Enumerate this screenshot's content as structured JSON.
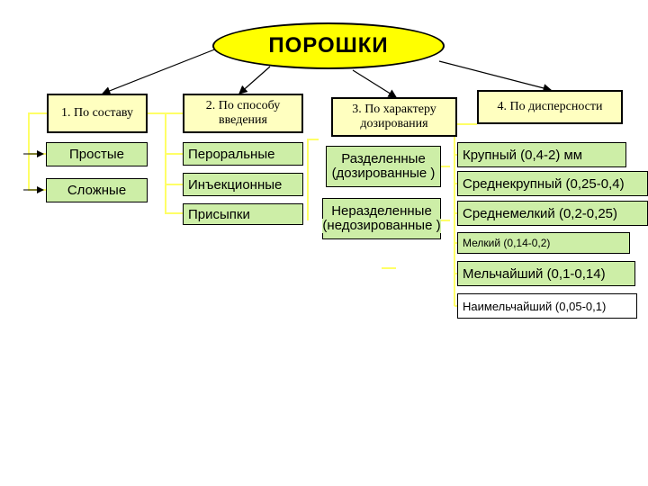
{
  "diagram": {
    "title": "ПОРОШКИ",
    "categories": [
      {
        "label": "1. По составу",
        "items": [
          "Простые",
          "Сложные"
        ]
      },
      {
        "label": "2. По способу введения",
        "items": [
          "Пероральные",
          "Инъекционные",
          "Присыпки"
        ]
      },
      {
        "label": "3. По характеру дозирования",
        "items": [
          {
            "line1": "Разделенные",
            "line2": "(дозированные )"
          },
          {
            "line1": "Неразделенные",
            "line2": "(недозированные )"
          }
        ]
      },
      {
        "label": "4. По дисперсности",
        "items": [
          "Крупный  (0,4-2) мм",
          "Среднекрупный (0,25-0,4)",
          "Среднемелкий (0,2-0,25)",
          "Мелкий (0,14-0,2)",
          "Мельчайший (0,1-0,14)",
          "Наимельчайший (0,05-0,1)"
        ]
      }
    ],
    "colors": {
      "title_fill": "#ffff00",
      "category_fill": "#ffffc0",
      "item_fill": "#cdeea7",
      "connector": "#ffff66",
      "arrow": "#000000"
    }
  }
}
